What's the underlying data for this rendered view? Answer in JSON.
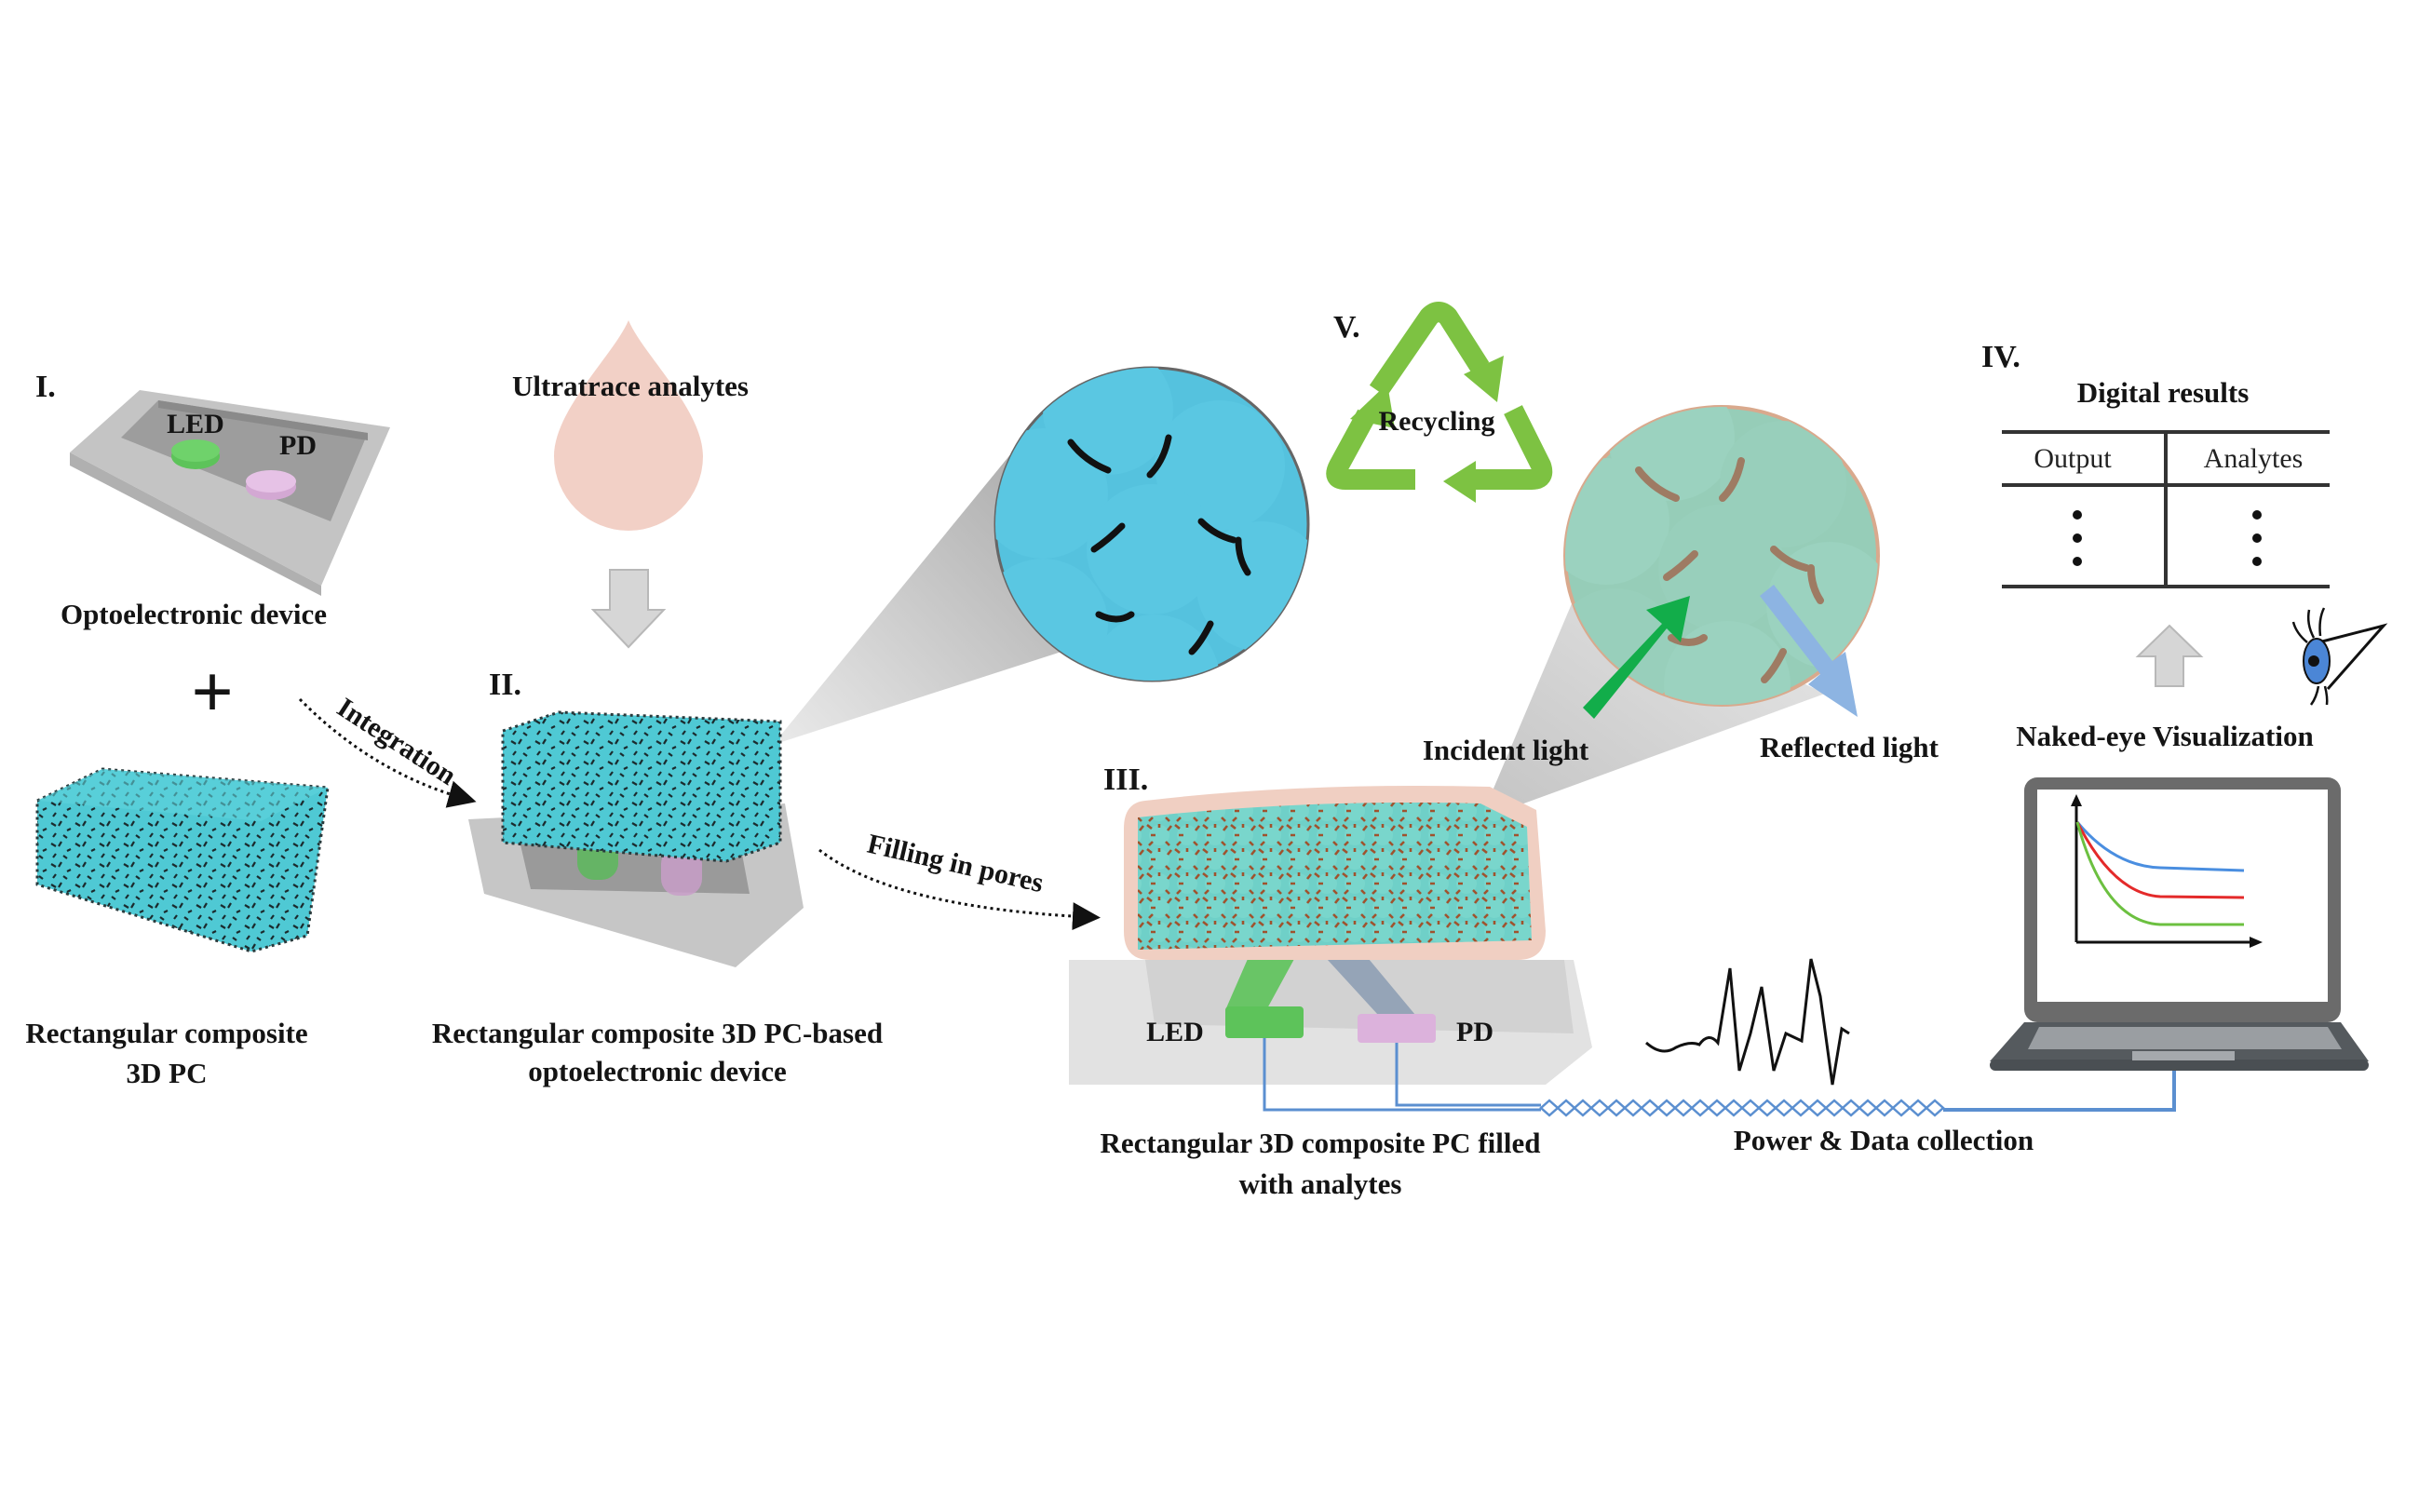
{
  "figure": {
    "stages": {
      "I": {
        "numeral": "I.",
        "led_label": "LED",
        "pd_label": "PD",
        "caption": "Optoelectronic device",
        "plus_symbol": "+",
        "pc_caption_line1": "Rectangular composite",
        "pc_caption_line2": "3D PC"
      },
      "II": {
        "numeral": "II.",
        "analyte_label": "Ultratrace analytes",
        "integration_label": "Integration",
        "caption_line1": "Rectangular composite 3D PC-based",
        "caption_line2": "optoelectronic device"
      },
      "III": {
        "numeral": "III.",
        "filling_label": "Filling in pores",
        "led_label": "LED",
        "pd_label": "PD",
        "incident_label": "Incident light",
        "reflected_label": "Reflected light",
        "caption_line1": "Rectangular 3D composite PC filled",
        "caption_line2": "with analytes",
        "cable_label": "Power & Data collection"
      },
      "IV": {
        "numeral": "IV.",
        "table_title": "Digital results",
        "table_headers": [
          "Output",
          "Analytes"
        ],
        "visualization_label": "Naked-eye Visualization"
      },
      "V": {
        "numeral": "V.",
        "recycling_label": "Recycling"
      }
    },
    "icons": [
      "drop-icon",
      "down-arrow-icon",
      "recycle-icon",
      "up-arrow-icon",
      "eye-icon",
      "laptop-icon",
      "waveform-icon"
    ],
    "colors": {
      "pc_cyan": "#4fc9d4",
      "zoom_blue": "#55c2de",
      "zoom_green": "#96cdb8",
      "led_green": "#5dc35a",
      "pd_pink": "#dcb2dc",
      "recycle_green": "#7dc242",
      "incident_green": "#12ad4a",
      "reflected_blue": "#8db4e2",
      "analyte_pink": "#f2d0c6",
      "wire_blue": "#5b8fd0",
      "curve_blue": "#4a8ee0",
      "curve_red": "#e42a2a",
      "curve_green": "#6cc040"
    }
  }
}
